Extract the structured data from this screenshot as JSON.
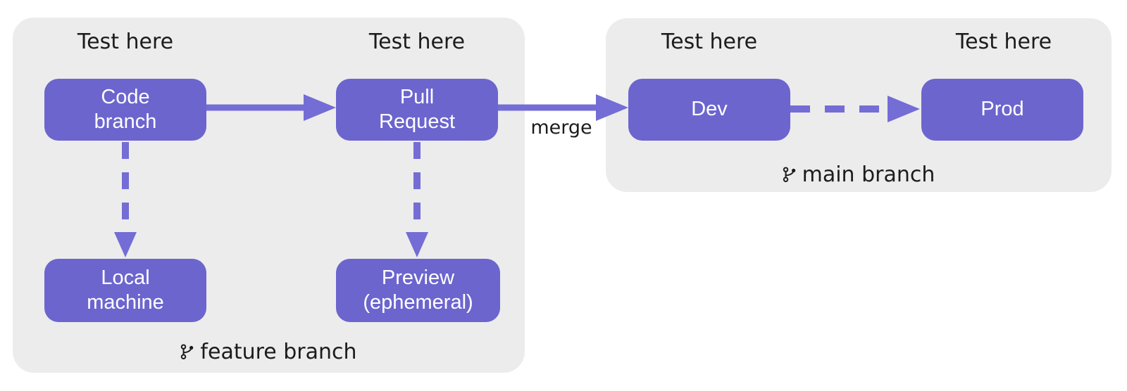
{
  "colors": {
    "page_bg": "#ffffff",
    "container_bg": "#ececec",
    "node_bg": "#6c65ce",
    "arrow": "#746dd5",
    "label_text": "#1c1c1c",
    "node_text": "#ffffff"
  },
  "test_labels": [
    "Test here",
    "Test here",
    "Test here",
    "Test here"
  ],
  "nodes": {
    "code_branch": "Code\nbranch",
    "pull_request": "Pull\nRequest",
    "local_machine": "Local\nmachine",
    "preview": "Preview\n(ephemeral)",
    "dev": "Dev",
    "prod": "Prod"
  },
  "edges": {
    "merge_label": "merge"
  },
  "groups": {
    "feature": {
      "branch_label": "feature branch",
      "icon": "git-branch-icon"
    },
    "main": {
      "branch_label": "main branch",
      "icon": "git-branch-icon"
    }
  }
}
